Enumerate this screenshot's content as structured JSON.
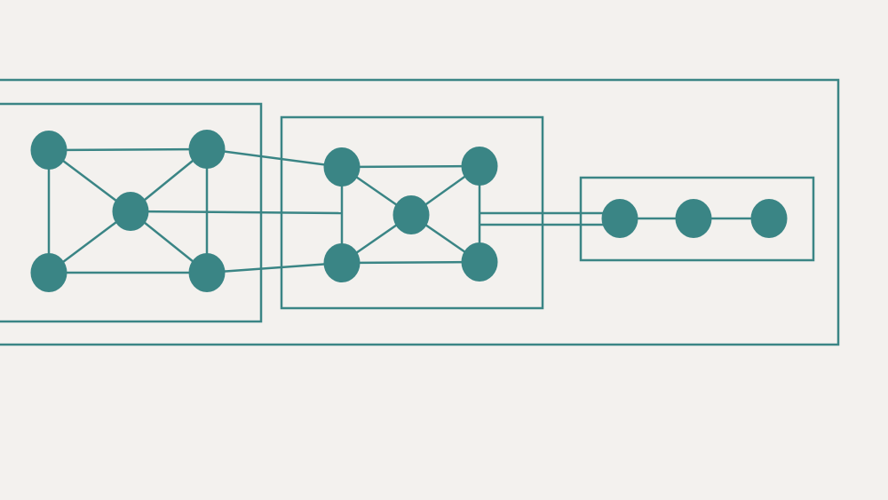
{
  "colors": {
    "background": "#f3f1ee",
    "accent": "#3a8585"
  },
  "groups": [
    {
      "id": "outer",
      "contains": [
        "cluster-a",
        "cluster-b",
        "cluster-c"
      ]
    },
    {
      "id": "cluster-a",
      "nodes": [
        "a1",
        "a2",
        "a3",
        "a4",
        "a5"
      ]
    },
    {
      "id": "cluster-b",
      "nodes": [
        "b1",
        "b2",
        "b3",
        "b4",
        "b5"
      ]
    },
    {
      "id": "cluster-c",
      "nodes": [
        "c1",
        "c2",
        "c3"
      ]
    }
  ],
  "edges": [
    [
      "a1",
      "a2"
    ],
    [
      "a4",
      "a5"
    ],
    [
      "a1",
      "a4"
    ],
    [
      "a2",
      "a5"
    ],
    [
      "a1",
      "a3"
    ],
    [
      "a2",
      "a3"
    ],
    [
      "a4",
      "a3"
    ],
    [
      "a5",
      "a3"
    ],
    [
      "b1",
      "b2"
    ],
    [
      "b4",
      "b5"
    ],
    [
      "b1",
      "b4"
    ],
    [
      "b2",
      "b5"
    ],
    [
      "b1",
      "b3"
    ],
    [
      "b2",
      "b3"
    ],
    [
      "b4",
      "b3"
    ],
    [
      "b5",
      "b3"
    ],
    [
      "c1",
      "c2"
    ],
    [
      "c2",
      "c3"
    ],
    [
      "a2",
      "b1"
    ],
    [
      "a5",
      "b4"
    ],
    [
      "a3",
      "b-left"
    ],
    [
      "b-right-1",
      "c1"
    ],
    [
      "b-right-2",
      "c1"
    ]
  ]
}
